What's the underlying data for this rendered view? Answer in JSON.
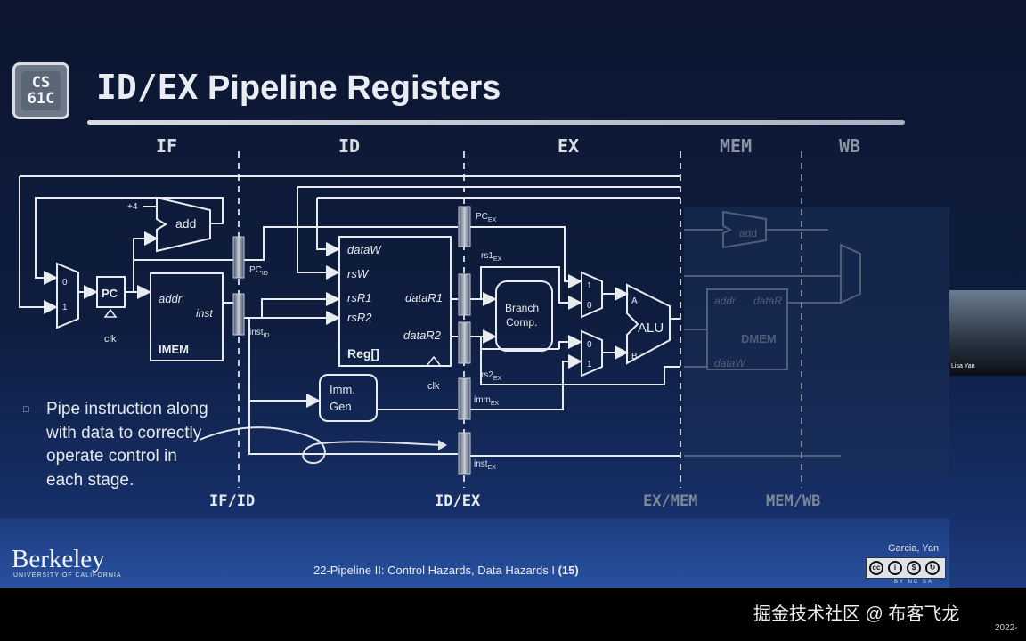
{
  "logo": {
    "line1": "CS",
    "line2": "61C"
  },
  "title": {
    "mono_part": "ID/EX",
    "text_part": "Pipeline Registers"
  },
  "stages": {
    "if": "IF",
    "id": "ID",
    "ex": "EX",
    "mem": "MEM",
    "wb": "WB"
  },
  "pipeline_registers": {
    "if_id": "IF/ID",
    "id_ex": "ID/EX",
    "ex_mem": "EX/MEM",
    "mem_wb": "MEM/WB"
  },
  "blocks": {
    "pc": "PC",
    "clk": "clk",
    "plus4": "+4",
    "add": "add",
    "imem_addr": "addr",
    "imem_inst": "inst",
    "imem": "IMEM",
    "reg_dataw": "dataW",
    "reg_rsw": "rsW",
    "reg_rsr1": "rsR1",
    "reg_rsr2": "rsR2",
    "reg_datar1": "dataR1",
    "reg_datar2": "dataR2",
    "reg": "Reg[]",
    "imm_gen_1": "Imm.",
    "imm_gen_2": "Gen",
    "branch_1": "Branch",
    "branch_2": "Comp.",
    "alu": "ALU",
    "alu_a": "A",
    "alu_b": "B",
    "mux_0": "0",
    "mux_1": "1",
    "dmem": "DMEM",
    "dmem_addr": "addr",
    "dmem_datar": "dataR",
    "dmem_dataw": "dataW",
    "mem_add": "add"
  },
  "wire_labels": {
    "pc_id": "PC",
    "pc_id_sub": "ID",
    "inst_id": "inst",
    "inst_id_sub": "ID",
    "pc_ex": "PC",
    "pc_ex_sub": "EX",
    "rs1_ex": "rs1",
    "rs1_ex_sub": "EX",
    "rs2_ex": "rs2",
    "rs2_ex_sub": "EX",
    "imm_ex": "imm",
    "imm_ex_sub": "EX",
    "inst_ex": "inst",
    "inst_ex_sub": "EX"
  },
  "bullet": "Pipe instruction along with data to correctly operate control in each stage.",
  "footer": {
    "institution": "Berkeley",
    "institution_sub": "UNIVERSITY OF CALIFORNIA",
    "lecture": "22-Pipeline II: Control Hazards, Data Hazards I",
    "page": "(15)",
    "authors": "Garcia, Yan",
    "license": "BY NC SA"
  },
  "webcam": {
    "caption": "Lisa Yan"
  },
  "watermark": "掘金技术社区 @ 布客飞龙",
  "date": "2022-"
}
